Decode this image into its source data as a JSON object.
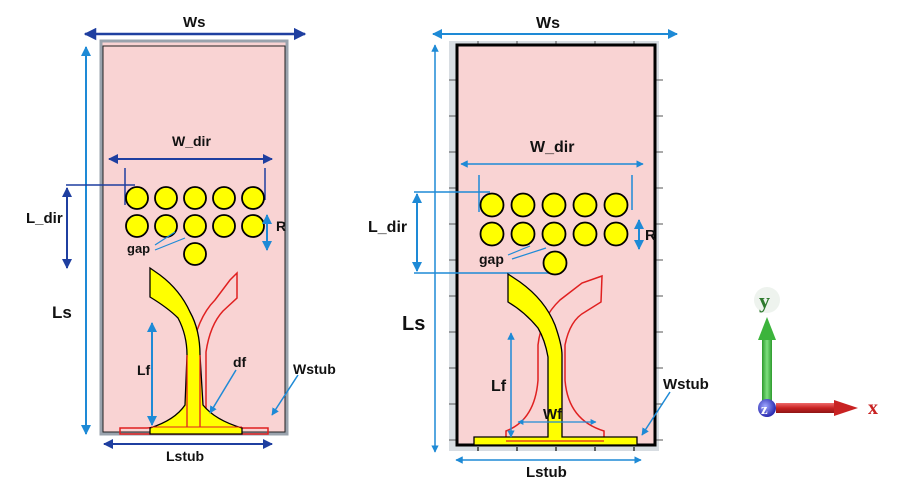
{
  "figure": {
    "left_panel": {
      "name": "antenna-front-view",
      "labels": {
        "ws": "Ws",
        "w_dir": "W_dir",
        "l_dir": "L_dir",
        "r": "R",
        "gap": "gap",
        "ls": "Ls",
        "lf": "Lf",
        "df": "df",
        "wstub": "Wstub",
        "lstub": "Lstub"
      },
      "director_rows": [
        5,
        5,
        1
      ]
    },
    "right_panel": {
      "name": "antenna-back-view",
      "labels": {
        "ws": "Ws",
        "w_dir": "W_dir",
        "l_dir": "L_dir",
        "r": "R",
        "gap": "gap",
        "ls": "Ls",
        "lf": "Lf",
        "wf": "Wf",
        "wstub": "Wstub",
        "lstub": "Lstub"
      },
      "director_rows": [
        5,
        5,
        1
      ]
    },
    "axis_triad": {
      "y": "y",
      "z": "z",
      "x": "x"
    },
    "colors": {
      "substrate": "#f9d3d3",
      "substrate_border": "#9aa3ad",
      "patch": "#ffff00",
      "outline": "#000000",
      "back_trace": "#e02020",
      "dim_dark": "#1f3fa0",
      "dim_light": "#1e8ad6",
      "axis_x": "#d03030",
      "axis_y": "#3cb43c",
      "axis_z": "#3a3ac8"
    }
  }
}
